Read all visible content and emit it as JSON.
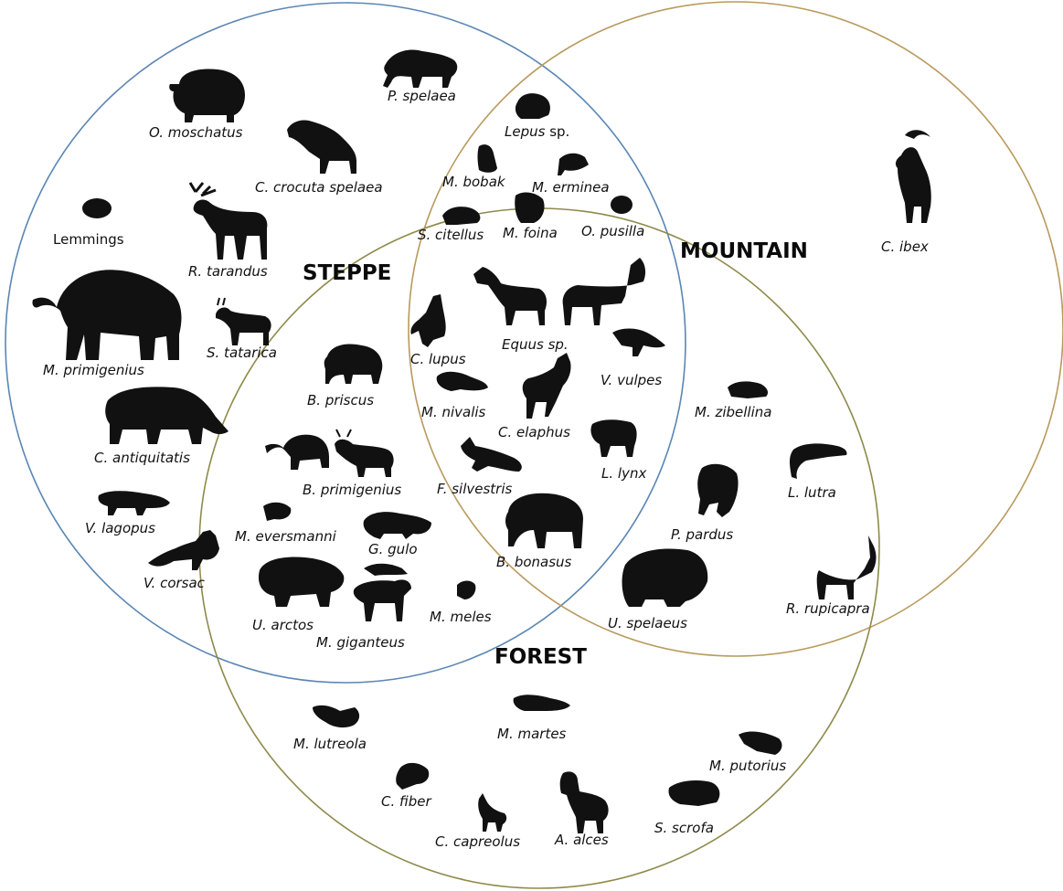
{
  "regions": {
    "steppe": "STEPPE",
    "mountain": "MOUNTAIN",
    "forest": "FOREST"
  },
  "colors": {
    "steppe_circle": "#5a86b4",
    "mountain_circle": "#b89a5c",
    "forest_circle": "#8e8a4a",
    "silhouette": "#111111"
  },
  "species": {
    "p_spelaea": "P. spelaea",
    "o_moschatus": "O. moschatus",
    "c_crocuta_spelaea": "C. crocuta spelaea",
    "lemmings": "Lemmings",
    "r_tarandus": "R. tarandus",
    "m_primigenius": "M. primigenius",
    "s_tatarica": "S. tatarica",
    "c_antiquitatis": "C. antiquitatis",
    "v_lagopus": "V. lagopus",
    "v_corsac": "V. corsac",
    "lepus_sp_genus": "Lepus",
    "lepus_sp_suffix": "sp.",
    "m_bobak": "M. bobak",
    "m_erminea": "M. erminea",
    "s_citellus": "S. citellus",
    "m_foina": "M. foina",
    "o_pusilla": "O. pusilla",
    "c_ibex": "C. ibex",
    "b_priscus": "B. priscus",
    "b_primigenius": "B. primigenius",
    "m_eversmanni": "M. eversmanni",
    "g_gulo": "G. gulo",
    "u_arctos": "U. arctos",
    "m_giganteus": "M. giganteus",
    "m_meles": "M. meles",
    "c_lupus": "C. lupus",
    "equus_sp": "Equus sp.",
    "v_vulpes": "V. vulpes",
    "m_nivalis": "M. nivalis",
    "c_elaphus": "C. elaphus",
    "l_lynx": "L. lynx",
    "f_silvestris": "F. silvestris",
    "b_bonasus": "B. bonasus",
    "m_zibellina": "M. zibellina",
    "l_lutra": "L. lutra",
    "p_pardus": "P. pardus",
    "r_rupicapra": "R. rupicapra",
    "u_spelaeus": "U. spelaeus",
    "m_lutreola": "M. lutreola",
    "m_martes": "M. martes",
    "m_putorius": "M. putorius",
    "c_fiber": "C. fiber",
    "c_capreolus": "C. capreolus",
    "a_alces": "A. alces",
    "s_scrofa": "S. scrofa"
  }
}
